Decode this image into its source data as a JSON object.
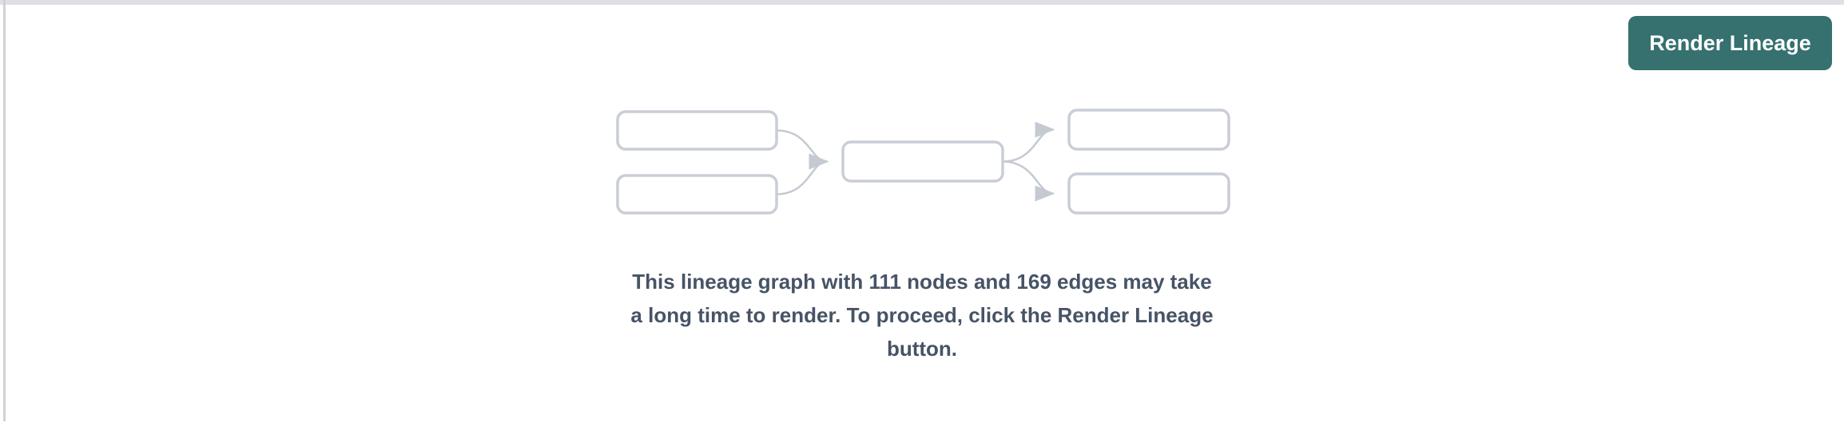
{
  "button": {
    "label": "Render Lineage"
  },
  "message": {
    "lines": [
      "This lineage graph with 111 nodes and 169 edges may take",
      "a long time to render. To proceed, click the Render Lineage",
      "button."
    ],
    "node_count": "111",
    "edge_count": "169"
  },
  "diagram": {
    "description": "placeholder lineage graph: two source nodes feeding one middle node, which feeds two target nodes",
    "box_count": 5
  },
  "colors": {
    "accent": "#36706F",
    "accent_text": "#FFFFFF",
    "message_text": "#475366",
    "box_border": "#C9CDD6",
    "arrow": "#C5C9D2",
    "top_strip": "#E0E0E4",
    "left_strip": "#D2D2D5"
  }
}
